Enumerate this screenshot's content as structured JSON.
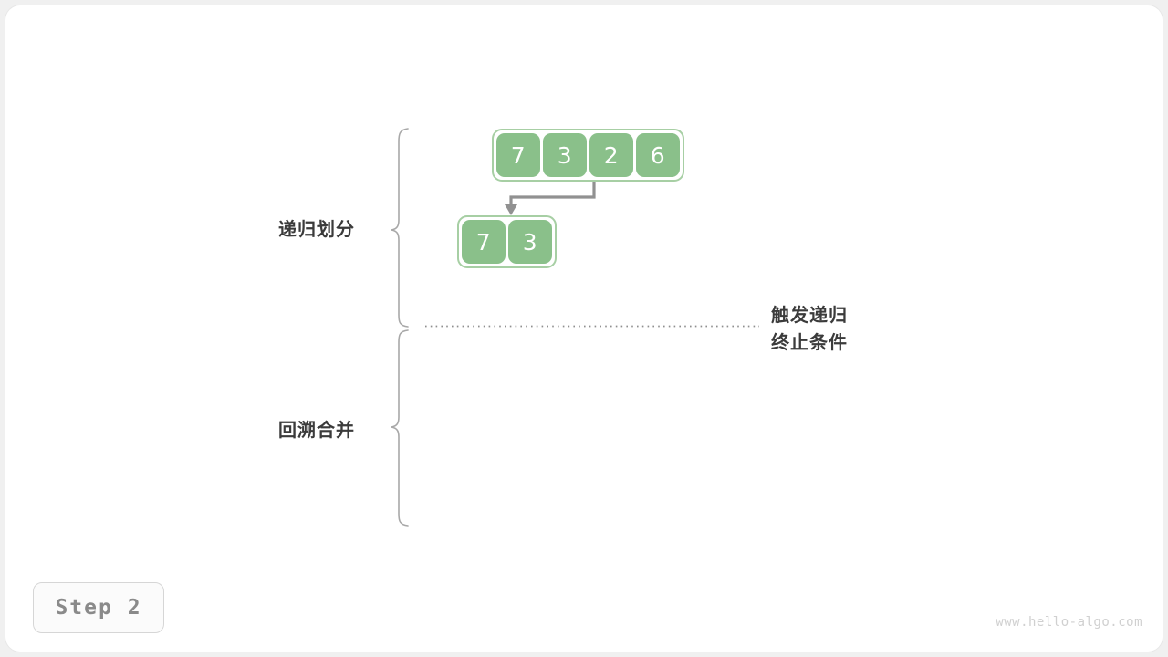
{
  "figure": {
    "title": "merge-sort-divide-step",
    "watermark": "www.hello-algo.com",
    "step_badge": "Step 2",
    "colors": {
      "cell_fill": "#8ac08a",
      "cell_border": "#a7cfa4",
      "cell_text": "#ffffff",
      "arrow": "#919191",
      "brace": "#a8a8a8",
      "dotted_line": "#8f8f8f",
      "label_text": "#3b3b3b",
      "badge_text": "#8a8a8a",
      "background": "#ffffff"
    }
  },
  "sections": {
    "divide_label": "递归划分",
    "merge_label": "回溯合并"
  },
  "annotation": {
    "line1": "触发递归",
    "line2": "终止条件"
  },
  "arrays": {
    "top": {
      "name": "full-array",
      "values": [
        "7",
        "3",
        "2",
        "6"
      ]
    },
    "sub": {
      "name": "left-subarray",
      "values": [
        "7",
        "3"
      ]
    }
  }
}
